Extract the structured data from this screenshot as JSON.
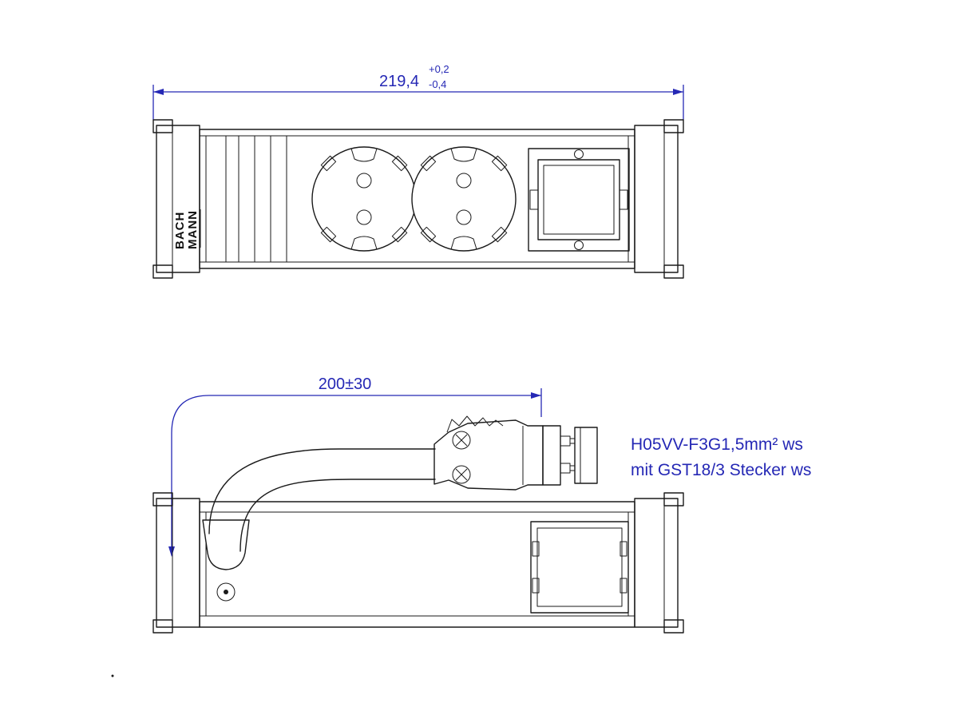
{
  "colors": {
    "line": "#1a1a1a",
    "dimension": "#2528b5",
    "background": "#ffffff"
  },
  "top_view": {
    "dim_value": "219,4",
    "tol_plus": "+0,2",
    "tol_minus": "-0,4",
    "logo_top": "BACH",
    "logo_bottom": "MANN"
  },
  "side_view": {
    "cable_dim": "200±30",
    "note_line1": "H05VV-F3G1,5mm² ws",
    "note_line2": "mit GST18/3  Stecker ws"
  }
}
